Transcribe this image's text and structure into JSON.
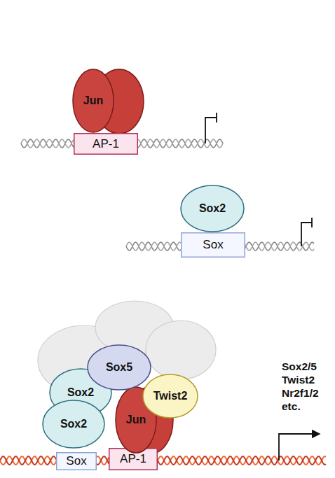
{
  "diagram": {
    "nodes": [
      {
        "text": [
          "Jun"
        ]
      },
      {
        "text": [
          "AP-1"
        ]
      },
      {
        "text": [
          "Sox2"
        ]
      },
      {
        "text": [
          "Sox"
        ]
      },
      {
        "text": [
          "Sox5"
        ]
      },
      {
        "text": [
          "Sox2"
        ]
      },
      {
        "text": [
          "Twist2"
        ]
      },
      {
        "text": [
          "Sox2"
        ]
      },
      {
        "text": [
          "Jun"
        ]
      },
      {
        "text": [
          "Sox"
        ]
      },
      {
        "text": [
          "AP-1"
        ]
      }
    ],
    "labels": [
      "Sox2/5 Twist2 Nr2f1/2 etc."
    ]
  }
}
